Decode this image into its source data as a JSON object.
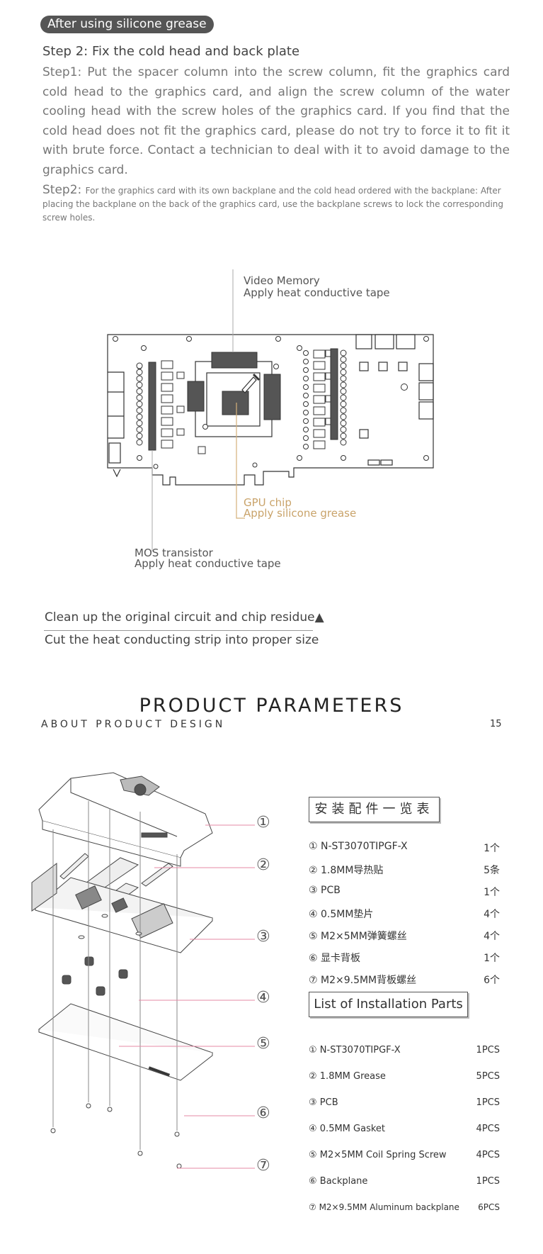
{
  "header_pill": "After using silicone grease",
  "step_heading": "Step 2: Fix the cold head and back plate",
  "step1_text": "Step1: Put the spacer column into the screw column, fit the graphics card cold head to the graphics card, and align the screw column of the water cooling head with the screw holes of the graphics card. If you find that the cold head does not fit the graphics card, please do not try to force it to fit it with brute force. Contact a technician to deal with it to avoid damage to the graphics card.",
  "step2_lead": "Step2: ",
  "step2_text": "For the graphics card with its own backplane and the cold head ordered with the backplane: After placing the backplane on the back of the graphics card, use the backplane screws to lock the corresponding screw holes.",
  "labels": {
    "video_memory": "Video Memory",
    "video_memory_tip": "Apply heat conductive tape",
    "gpu_chip": "GPU chip",
    "gpu_chip_tip": "Apply silicone grease",
    "mos": "MOS transistor",
    "mos_tip": "Apply heat conductive tape"
  },
  "note_clean": "Clean up the original circuit and chip residue▲",
  "note_cut": "Cut the heat conducting strip into proper size",
  "section_title": "PRODUCT PARAMETERS",
  "section_subtitle": "ABOUT PRODUCT DESIGN",
  "page_number": "15",
  "callouts": [
    "①",
    "②",
    "③",
    "④",
    "⑤",
    "⑥",
    "⑦"
  ],
  "parts_cn_title": "安装配件一览表",
  "parts_cn": [
    {
      "name": "① N-ST3070TIPGF-X",
      "qty": "1个"
    },
    {
      "name": "② 1.8MM导热贴",
      "qty": "5条"
    },
    {
      "name": "③ PCB",
      "qty": "1个"
    },
    {
      "name": "④ 0.5MM垫片",
      "qty": "4个"
    },
    {
      "name": "⑤ M2×5MM弹簧螺丝",
      "qty": "4个"
    },
    {
      "name": "⑥ 显卡背板",
      "qty": "1个"
    },
    {
      "name": "⑦ M2×9.5MM背板螺丝",
      "qty": "6个"
    }
  ],
  "parts_en_title": "List of Installation Parts",
  "parts_en": [
    {
      "name": "① N-ST3070TIPGF-X",
      "qty": "1PCS"
    },
    {
      "name": "② 1.8MM Grease",
      "qty": "5PCS"
    },
    {
      "name": "③ PCB",
      "qty": "1PCS"
    },
    {
      "name": "④ 0.5MM Gasket",
      "qty": "4PCS"
    },
    {
      "name": "⑤ M2×5MM Coil Spring Screw",
      "qty": "4PCS"
    },
    {
      "name": "⑥ Backplane",
      "qty": "1PCS"
    },
    {
      "name": "⑦ M2×9.5MM Aluminum backplane",
      "qty": "6PCS"
    }
  ]
}
